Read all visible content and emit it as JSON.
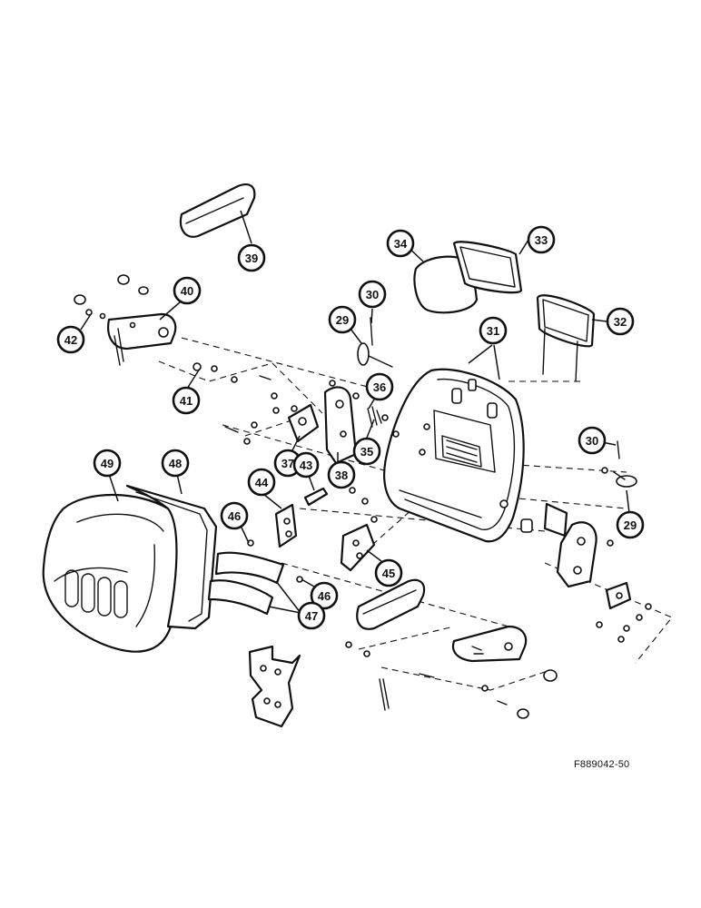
{
  "figure_id": "F889042-50",
  "callouts": [
    "29",
    "29",
    "30",
    "30",
    "31",
    "32",
    "33",
    "34",
    "35",
    "36",
    "37",
    "38",
    "39",
    "40",
    "41",
    "42",
    "43",
    "44",
    "45",
    "46",
    "46",
    "47",
    "48",
    "49"
  ],
  "colors": {
    "ink": "#111111",
    "paper": "#ffffff"
  }
}
